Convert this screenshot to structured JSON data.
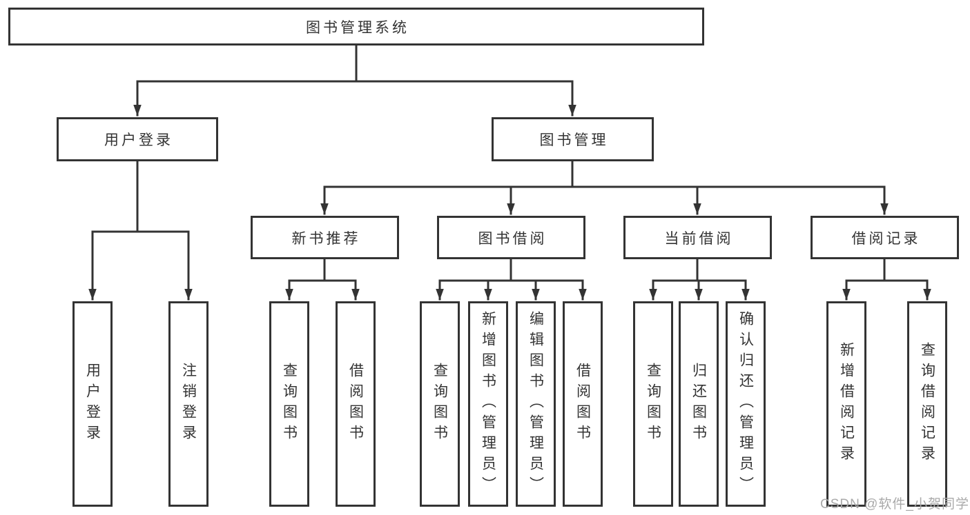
{
  "colors": {
    "line": "#333333",
    "text": "#333333",
    "box_background": "#ffffff",
    "watermark": "#a9a9a9",
    "page_background": "#ffffff"
  },
  "tree": {
    "root": {
      "label": "图书管理系统"
    },
    "level2": [
      {
        "label": "用户登录",
        "children": [
          {
            "label": "用户登录"
          },
          {
            "label": "注销登录"
          }
        ]
      },
      {
        "label": "图书管理",
        "sections": [
          {
            "label": "新书推荐",
            "children": [
              {
                "label": "查询图书"
              },
              {
                "label": "借阅图书"
              }
            ]
          },
          {
            "label": "图书借阅",
            "children": [
              {
                "label": "查询图书"
              },
              {
                "label": "新增图书（管理员）"
              },
              {
                "label": "编辑图书（管理员）"
              },
              {
                "label": "借阅图书"
              }
            ]
          },
          {
            "label": "当前借阅",
            "children": [
              {
                "label": "查询图书"
              },
              {
                "label": "归还图书"
              },
              {
                "label": "确认归还（管理员）"
              }
            ]
          },
          {
            "label": "借阅记录",
            "children": [
              {
                "label": "新增借阅记录"
              },
              {
                "label": "查询借阅记录"
              }
            ]
          }
        ]
      }
    ]
  },
  "watermark": {
    "text": "CSDN @软件_小贺同学"
  }
}
